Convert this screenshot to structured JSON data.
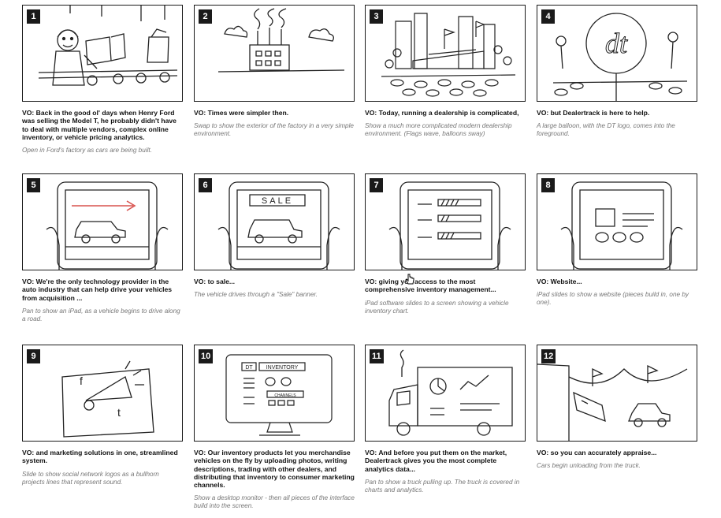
{
  "panels": [
    {
      "num": "1",
      "vo": "VO: Back in the good ol' days when Henry Ford was selling the Model T, he probably didn't have to deal with multiple vendors, complex online inventory, or vehicle pricing analytics.",
      "dir": "Open in Ford's factory as cars are being built."
    },
    {
      "num": "2",
      "vo": "VO: Times were simpler then.",
      "dir": "Swap to show the exterior of the factory in a very simple environment."
    },
    {
      "num": "3",
      "vo": "VO: Today, running a dealership is complicated,",
      "dir": "Show a much more complicated modern dealership environment. (Flags wave, balloons sway)"
    },
    {
      "num": "4",
      "vo": "VO: but Dealertrack is here to help.",
      "dir": "A large balloon, with the DT logo, comes into the foreground."
    },
    {
      "num": "5",
      "vo": "VO: We're the only technology provider in the auto industry that can help drive your vehicles from acquisition ...",
      "dir": "Pan to show an iPad, as a vehicle begins to drive along a road."
    },
    {
      "num": "6",
      "vo": "VO: to sale...",
      "dir": "The vehicle drives through a \"Sale\" banner."
    },
    {
      "num": "7",
      "vo": "VO: giving you access to the most comprehensive inventory management...",
      "dir": "iPad software slides to a screen showing a vehicle inventory chart."
    },
    {
      "num": "8",
      "vo": "VO: Website...",
      "dir": "iPad slides to show a website (pieces build in, one by one)."
    },
    {
      "num": "9",
      "vo": "VO: and marketing solutions in one, streamlined system.",
      "dir": "Slide to show social network logos as a bullhorn projects lines that represent sound."
    },
    {
      "num": "10",
      "vo": "VO: Our inventory products let you merchandise vehicles on the fly by uploading photos, writing descriptions, trading with other dealers, and distributing that inventory to consumer marketing channels.",
      "dir": "Show a desktop monitor - then all pieces of the interface build into the screen."
    },
    {
      "num": "11",
      "vo": "VO: And before you put them on the market, Dealertrack gives you the most complete analytics data...",
      "dir": "Pan to show a truck pulling up. The truck is covered in charts and analytics."
    },
    {
      "num": "12",
      "vo": "VO: so you can accurately appraise...",
      "dir": "Cars begin unloading from the truck."
    }
  ],
  "sketch_text": {
    "sale": "SALE",
    "dt": "DT",
    "inventory": "INVENTORY",
    "channels": "CHANNELS",
    "logo": "dt"
  },
  "icons": {
    "cursor": "hand-cursor-icon"
  }
}
